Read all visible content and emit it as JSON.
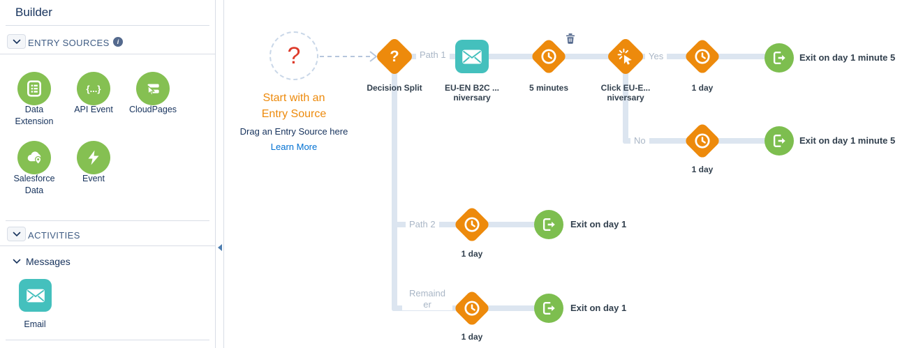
{
  "sidebar": {
    "title": "Builder",
    "entry_sources": {
      "label": "ENTRY SOURCES",
      "items": {
        "data_extension": {
          "label_line1": "Data",
          "label_line2": "Extension"
        },
        "api_event": {
          "label": "API Event",
          "glyph": "{...}"
        },
        "cloudpages": {
          "label": "CloudPages"
        },
        "salesforce_data": {
          "label_line1": "Salesforce",
          "label_line2": "Data"
        },
        "event": {
          "label": "Event"
        }
      }
    },
    "activities": {
      "label": "ACTIVITIES"
    },
    "messages": {
      "label": "Messages",
      "email_label": "Email"
    }
  },
  "canvas": {
    "entry_placeholder": {
      "question_mark": "?",
      "title_line1": "Start with an",
      "title_line2": "Entry Source",
      "subtitle": "Drag an Entry Source here",
      "link": "Learn More"
    },
    "path_labels": {
      "path1": "Path 1",
      "yes": "Yes",
      "no": "No",
      "path2": "Path 2",
      "remainder_line1": "Remaind",
      "remainder_line2": "er"
    },
    "nodes": {
      "decision_split": {
        "glyph": "?",
        "label": "Decision Split"
      },
      "email1": {
        "label_line1": "EU-EN B2C ...",
        "label_line2": "niversary"
      },
      "wait_5min": {
        "label": "5 minutes"
      },
      "click_split": {
        "label_line1": "Click EU-E...",
        "label_line2": "niversary"
      },
      "wait_yes": {
        "label": "1 day"
      },
      "exit_yes": {
        "label": "Exit on day 1 minute 5"
      },
      "wait_no": {
        "label": "1 day"
      },
      "exit_no": {
        "label": "Exit on day 1 minute 5"
      },
      "wait_path2": {
        "label": "1 day"
      },
      "exit_path2": {
        "label": "Exit on day 1"
      },
      "wait_remainder": {
        "label": "1 day"
      },
      "exit_remainder": {
        "label": "Exit on day 1"
      }
    },
    "colors": {
      "activity_orange": "#ED8A0C",
      "exit_green": "#7DBE4F",
      "entry_green": "#85C052",
      "email_teal": "#44C0BD",
      "connector": "#DCE5F0",
      "link_blue": "#0070D2",
      "navy_text": "#16325C",
      "path_label_gray": "#A9B6C6",
      "entry_question_red": "#DD3B2B",
      "trash_slate": "#54698D"
    }
  }
}
